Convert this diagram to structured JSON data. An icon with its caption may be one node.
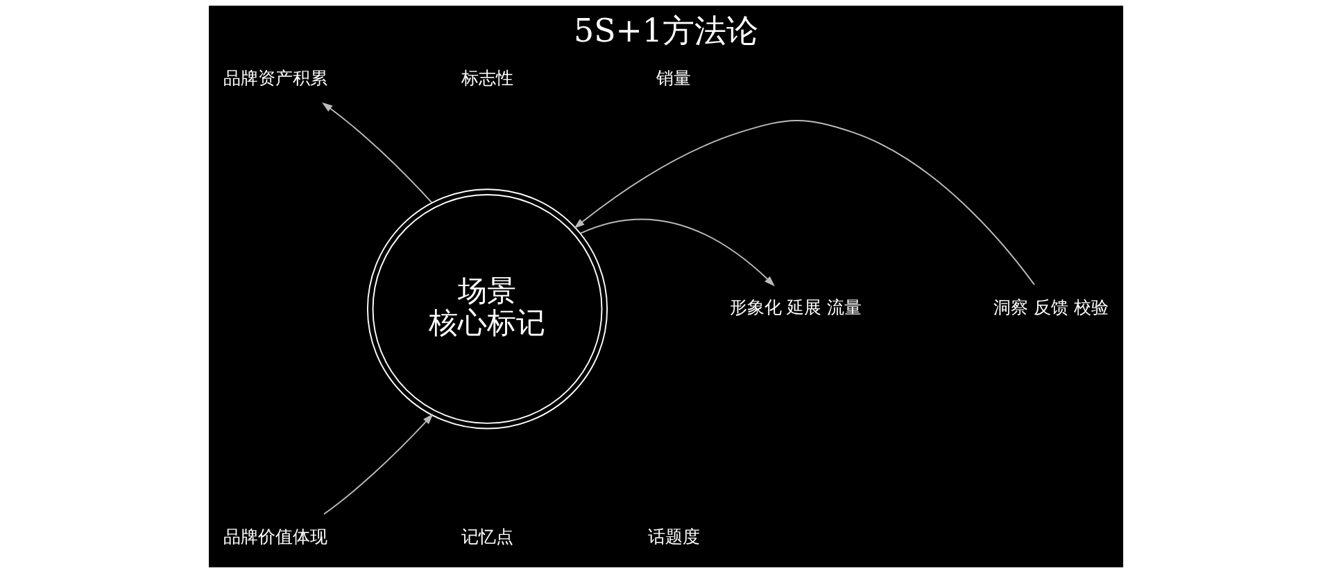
{
  "diagram": {
    "title": "5S+1方法论",
    "nodes": [
      {
        "text": [
          "场景",
          "核心标记"
        ]
      },
      {
        "text": [
          "品牌资产积累"
        ]
      },
      {
        "text": [
          "洞察 反馈 校验"
        ]
      },
      {
        "text": [
          "形象化 延展 流量"
        ]
      },
      {
        "text": [
          "品牌价值体现"
        ]
      }
    ],
    "edges": [
      {
        "from": 0,
        "to": 1,
        "arrow": "to"
      },
      {
        "from": 2,
        "to": 0,
        "arrow": "to"
      },
      {
        "from": 0,
        "to": 3,
        "arrow": "to"
      },
      {
        "from": 4,
        "to": 0,
        "arrow": "to"
      }
    ],
    "labels": [
      "标志性",
      "销量",
      "记忆点",
      "话题度"
    ]
  }
}
